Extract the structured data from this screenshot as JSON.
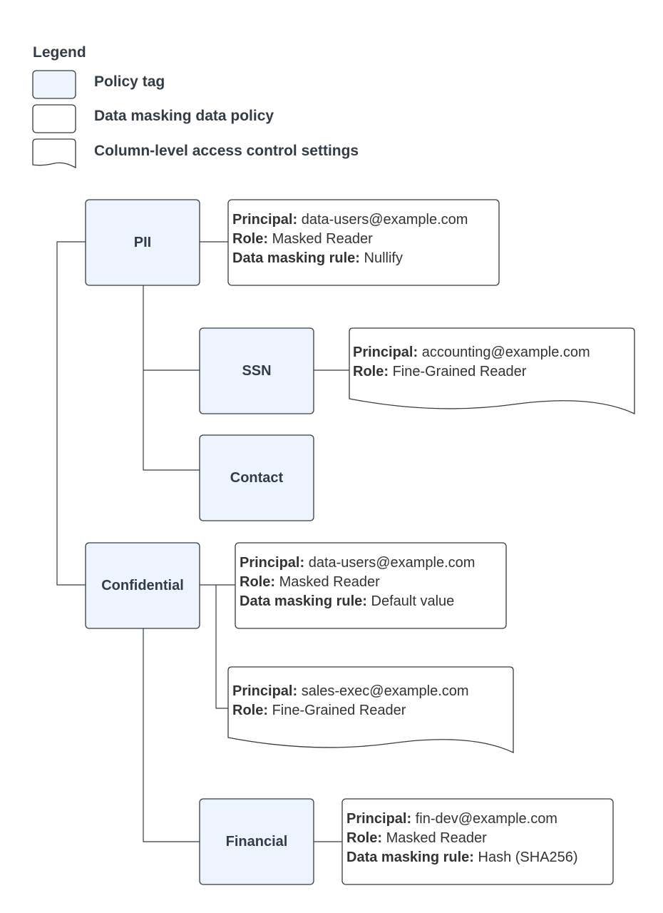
{
  "legend": {
    "title": "Legend",
    "items": [
      {
        "label": "Policy tag"
      },
      {
        "label": "Data masking data policy"
      },
      {
        "label": "Column-level access control settings"
      }
    ]
  },
  "tags": {
    "pii": "PII",
    "ssn": "SSN",
    "contact": "Contact",
    "confidential": "Confidential",
    "financial": "Financial"
  },
  "labels": {
    "principal": "Principal:",
    "role": "Role:",
    "masking_rule": "Data masking rule:"
  },
  "policies": {
    "pii_masking": {
      "principal": "data-users@example.com",
      "role": "Masked Reader",
      "rule": "Nullify"
    },
    "ssn_access": {
      "principal": "accounting@example.com",
      "role": "Fine-Grained Reader"
    },
    "confidential_masking": {
      "principal": "data-users@example.com",
      "role": "Masked Reader",
      "rule": "Default value"
    },
    "confidential_access": {
      "principal": "sales-exec@example.com",
      "role": "Fine-Grained Reader"
    },
    "financial_masking": {
      "principal": "fin-dev@example.com",
      "role": "Masked Reader",
      "rule": "Hash (SHA256)"
    }
  },
  "colors": {
    "tag_fill": "#edf4fe",
    "stroke": "#333c45",
    "text": "#333333"
  }
}
